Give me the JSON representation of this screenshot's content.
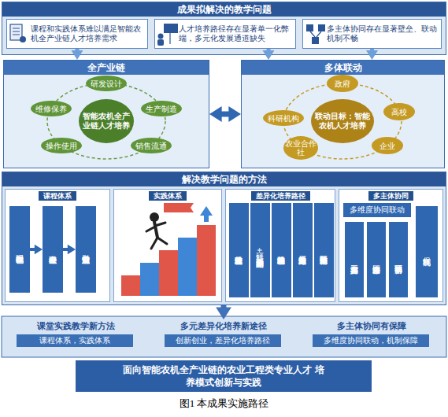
{
  "diagram": {
    "caption": "图1 本成果实施路径",
    "nodes": [
      {
        "text": [
          "成果拟解决的教学问题"
        ]
      },
      {
        "text": [
          "课程和实践体系难以满足智能农机全产业链人才培养需求"
        ],
        "in": 0
      },
      {
        "text": [
          "人才培养路径存在显著单一化弊端，多元化发展通道缺失"
        ],
        "in": 0
      },
      {
        "text": [
          "多主体协同存在显著壁垒、联动机制不畅"
        ],
        "in": 0
      },
      {
        "text": [
          "全产业链"
        ]
      },
      {
        "text": [
          "智能农机全产业链人才培养"
        ],
        "in": 4
      },
      {
        "text": [
          "研发设计"
        ],
        "in": 4
      },
      {
        "text": [
          "生产制造"
        ],
        "in": 4
      },
      {
        "text": [
          "销售流通"
        ],
        "in": 4
      },
      {
        "text": [
          "操作使用"
        ],
        "in": 4
      },
      {
        "text": [
          "维修保养"
        ],
        "in": 4
      },
      {
        "text": [
          "多体联动"
        ]
      },
      {
        "text": [
          "联动目标：智能农机人才培养"
        ],
        "in": 11
      },
      {
        "text": [
          "政府"
        ],
        "in": 11
      },
      {
        "text": [
          "高校"
        ],
        "in": 11
      },
      {
        "text": [
          "企业"
        ],
        "in": 11
      },
      {
        "text": [
          "农业合作社"
        ],
        "in": 11
      },
      {
        "text": [
          "科研机构"
        ],
        "in": 11
      },
      {
        "text": [
          "解决教学问题的方法"
        ]
      },
      {
        "text": [
          "课程体系"
        ],
        "in": 18
      },
      {
        "text": [
          "基础学科课程强化"
        ],
        "in": 19
      },
      {
        "text": [
          "核心专业课融合"
        ],
        "in": 19
      },
      {
        "text": [
          "前沿知识行业动态引入"
        ],
        "in": 19
      },
      {
        "text": [
          "实践体系"
        ],
        "in": 18
      },
      {
        "text": [
          "差异化培养路径"
        ],
        "in": 18
      },
      {
        "text": [
          "校企联合订单式培养路径"
        ],
        "in": 24
      },
      {
        "text": [
          "科研+产业双导师制培养路径"
        ],
        "in": 24
      },
      {
        "text": [
          "跨学科模块化培养路径"
        ],
        "in": 24
      },
      {
        "text": [
          "分层分类递进式培养路径"
        ],
        "in": 24
      },
      {
        "text": [
          "国际合作全球化培养路径"
        ],
        "in": 24
      },
      {
        "text": [
          "多主体协同"
        ],
        "in": 18
      },
      {
        "text": [
          "多维度协同联动"
        ],
        "in": 30
      },
      {
        "text": [
          "资源共享与平台共建"
        ],
        "in": 30
      },
      {
        "text": [
          "人才培养全链条协同"
        ],
        "in": 30
      },
      {
        "text": [
          "项目驱动协同创新"
        ],
        "in": 30
      },
      {
        "text": [
          "保障机制"
        ],
        "in": 30
      },
      {
        "text": [
          "课堂实践教学新方法"
        ]
      },
      {
        "text": [
          "课程体系，实践体系"
        ],
        "in": 36
      },
      {
        "text": [
          "多元差异化培养新途径"
        ]
      },
      {
        "text": [
          "创新创业，差异化培养路径"
        ],
        "in": 38
      },
      {
        "text": [
          "多主体协同有保障"
        ]
      },
      {
        "text": [
          "多维度协同联动，机制保障"
        ],
        "in": 40
      },
      {
        "text": [
          "面向智能农机全产业链的农业工程类专业人才 培养模式创新与实践"
        ]
      }
    ],
    "edges": [
      {
        "from": 1,
        "to": 4,
        "arrow": "to"
      },
      {
        "from": 2,
        "to": 11,
        "arrow": "to"
      },
      {
        "from": 3,
        "to": 11,
        "arrow": "to"
      },
      {
        "from": 4,
        "to": 11,
        "arrow": "both"
      },
      {
        "from": 20,
        "to": 21,
        "arrow": "to"
      },
      {
        "from": 21,
        "to": 22,
        "arrow": "to"
      },
      {
        "from": 18,
        "to": 38,
        "arrow": "to"
      }
    ]
  }
}
